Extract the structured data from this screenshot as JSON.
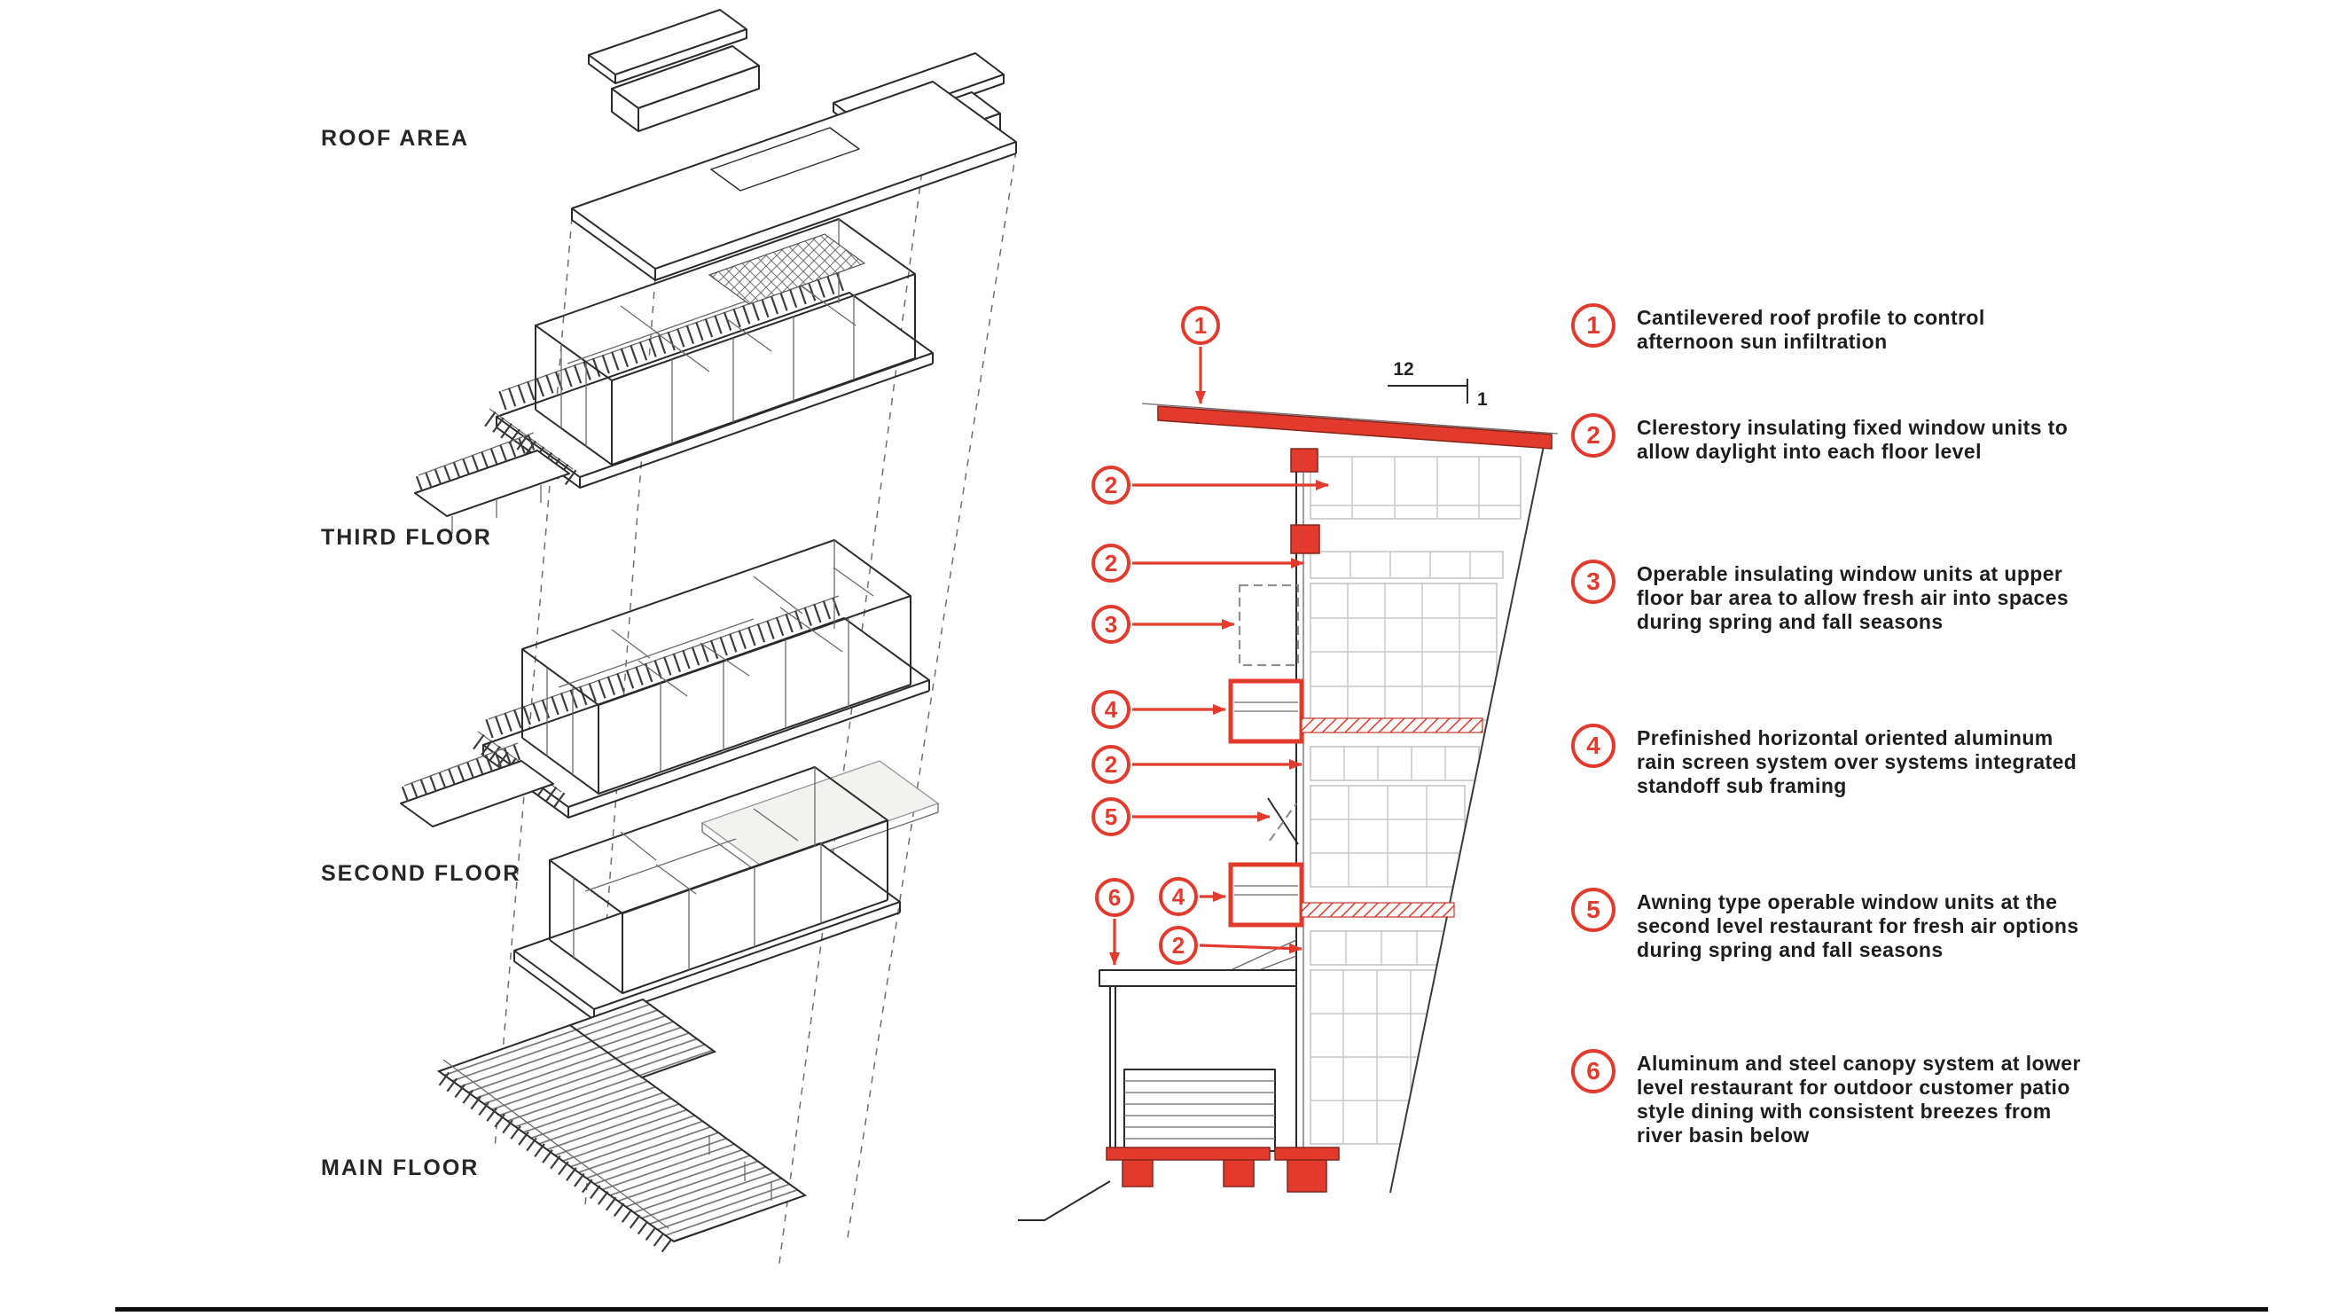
{
  "colors": {
    "accent": "#E23B2E",
    "ink": "#1D1D1B",
    "grid_gray": "#C6C6C6"
  },
  "axon": {
    "labels": [
      "ROOF AREA",
      "THIRD FLOOR",
      "SECOND FLOOR",
      "MAIN FLOOR"
    ]
  },
  "section": {
    "slope": {
      "run": "12",
      "rise": "1"
    },
    "callouts": [
      "1",
      "2",
      "2",
      "3",
      "4",
      "2",
      "5",
      "6",
      "4",
      "2"
    ]
  },
  "legend": {
    "items": [
      {
        "num": "1",
        "text": "Cantilevered roof profile to control afternoon sun infiltration"
      },
      {
        "num": "2",
        "text": "Clerestory insulating fixed window units to allow daylight into each floor level"
      },
      {
        "num": "3",
        "text": "Operable insulating window units at upper floor bar area to allow fresh air into spaces during spring and fall seasons"
      },
      {
        "num": "4",
        "text": "Prefinished horizontal oriented aluminum rain screen system over systems integrated standoff sub framing"
      },
      {
        "num": "5",
        "text": "Awning type operable window units at the second level restaurant for fresh air options during spring and fall seasons"
      },
      {
        "num": "6",
        "text": "Aluminum and steel canopy system at lower level restaurant for outdoor customer patio style dining with consistent breezes from river basin below"
      }
    ]
  }
}
